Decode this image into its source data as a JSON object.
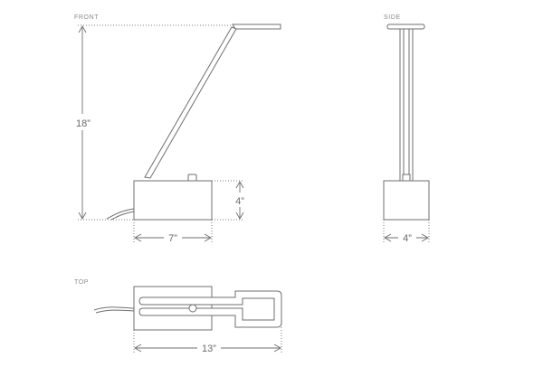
{
  "views": {
    "front": {
      "label": "FRONT",
      "height_dim": "18”",
      "base_width_dim": "7”",
      "base_height_dim": "4”"
    },
    "side": {
      "label": "SIDE",
      "base_width_dim": "4”"
    },
    "top": {
      "label": "TOP",
      "length_dim": "13”"
    }
  },
  "colors": {
    "line": "#6f6f6f",
    "text": "#6a6a6a",
    "label": "#8a8a8a"
  }
}
